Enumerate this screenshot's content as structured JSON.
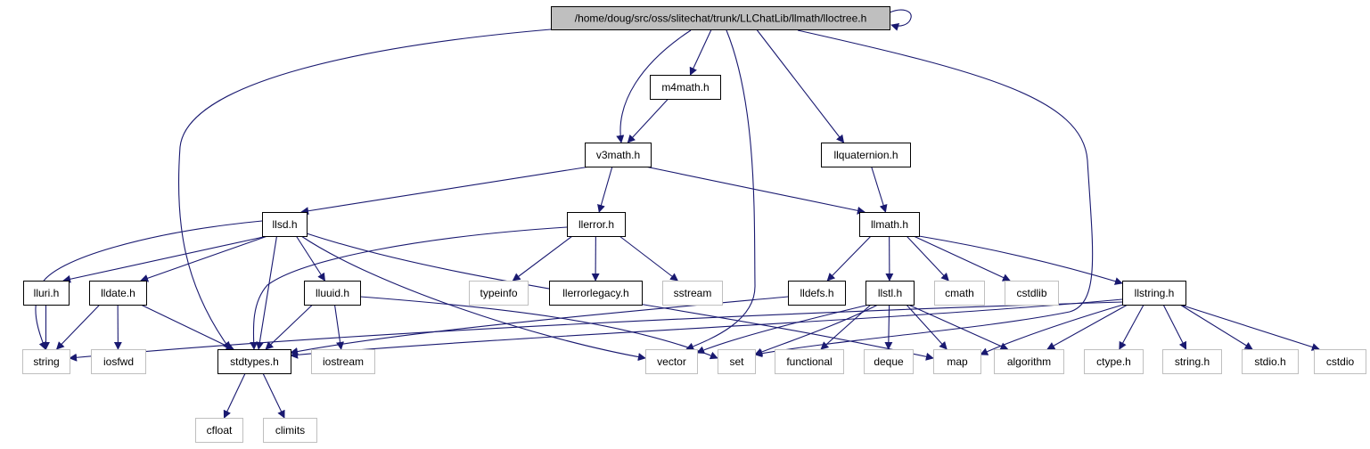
{
  "colors": {
    "edge": "#191970",
    "root_fill": "#bfbfbf",
    "documented_border": "#000000",
    "external_border": "#bfbfbf",
    "external_text": "#000000"
  },
  "nodes": [
    {
      "id": "lloctree",
      "label": "/home/doug/src/oss/slitechat/trunk/LLChatLib/llmath/lloctree.h",
      "kind": "root"
    },
    {
      "id": "m4math",
      "label": "m4math.h",
      "kind": "documented"
    },
    {
      "id": "v3math",
      "label": "v3math.h",
      "kind": "documented"
    },
    {
      "id": "llquaternion",
      "label": "llquaternion.h",
      "kind": "documented"
    },
    {
      "id": "llsd",
      "label": "llsd.h",
      "kind": "documented"
    },
    {
      "id": "llerror",
      "label": "llerror.h",
      "kind": "documented"
    },
    {
      "id": "llmath",
      "label": "llmath.h",
      "kind": "documented"
    },
    {
      "id": "lluri",
      "label": "lluri.h",
      "kind": "documented"
    },
    {
      "id": "lldate",
      "label": "lldate.h",
      "kind": "documented"
    },
    {
      "id": "lluuid",
      "label": "lluuid.h",
      "kind": "documented"
    },
    {
      "id": "typeinfo",
      "label": "typeinfo",
      "kind": "external"
    },
    {
      "id": "llerrorlegacy",
      "label": "llerrorlegacy.h",
      "kind": "documented"
    },
    {
      "id": "sstream",
      "label": "sstream",
      "kind": "external"
    },
    {
      "id": "lldefs",
      "label": "lldefs.h",
      "kind": "documented"
    },
    {
      "id": "llstl",
      "label": "llstl.h",
      "kind": "documented"
    },
    {
      "id": "cmath",
      "label": "cmath",
      "kind": "external"
    },
    {
      "id": "cstdlib",
      "label": "cstdlib",
      "kind": "external"
    },
    {
      "id": "llstring",
      "label": "llstring.h",
      "kind": "documented"
    },
    {
      "id": "string",
      "label": "string",
      "kind": "external"
    },
    {
      "id": "iosfwd",
      "label": "iosfwd",
      "kind": "external"
    },
    {
      "id": "stdtypes",
      "label": "stdtypes.h",
      "kind": "documented"
    },
    {
      "id": "iostream",
      "label": "iostream",
      "kind": "external"
    },
    {
      "id": "vector",
      "label": "vector",
      "kind": "external"
    },
    {
      "id": "set",
      "label": "set",
      "kind": "external"
    },
    {
      "id": "functional",
      "label": "functional",
      "kind": "external"
    },
    {
      "id": "deque",
      "label": "deque",
      "kind": "external"
    },
    {
      "id": "map",
      "label": "map",
      "kind": "external"
    },
    {
      "id": "algorithm",
      "label": "algorithm",
      "kind": "external"
    },
    {
      "id": "ctype",
      "label": "ctype.h",
      "kind": "external"
    },
    {
      "id": "string_h",
      "label": "string.h",
      "kind": "external"
    },
    {
      "id": "stdio_h",
      "label": "stdio.h",
      "kind": "external"
    },
    {
      "id": "cstdio",
      "label": "cstdio",
      "kind": "external"
    },
    {
      "id": "cfloat",
      "label": "cfloat",
      "kind": "external"
    },
    {
      "id": "climits",
      "label": "climits",
      "kind": "external"
    }
  ],
  "edges": [
    [
      "lloctree",
      "lloctree"
    ],
    [
      "lloctree",
      "stdtypes"
    ],
    [
      "lloctree",
      "v3math"
    ],
    [
      "lloctree",
      "m4math"
    ],
    [
      "lloctree",
      "vector"
    ],
    [
      "lloctree",
      "llquaternion"
    ],
    [
      "lloctree",
      "set"
    ],
    [
      "m4math",
      "v3math"
    ],
    [
      "v3math",
      "llsd"
    ],
    [
      "v3math",
      "llerror"
    ],
    [
      "v3math",
      "llmath"
    ],
    [
      "llquaternion",
      "llmath"
    ],
    [
      "llsd",
      "string"
    ],
    [
      "llsd",
      "lluri"
    ],
    [
      "llsd",
      "lldate"
    ],
    [
      "llsd",
      "stdtypes"
    ],
    [
      "llsd",
      "lluuid"
    ],
    [
      "llsd",
      "vector"
    ],
    [
      "llsd",
      "map"
    ],
    [
      "llerror",
      "stdtypes"
    ],
    [
      "llerror",
      "typeinfo"
    ],
    [
      "llerror",
      "llerrorlegacy"
    ],
    [
      "llerror",
      "sstream"
    ],
    [
      "llmath",
      "lldefs"
    ],
    [
      "llmath",
      "llstl"
    ],
    [
      "llmath",
      "cmath"
    ],
    [
      "llmath",
      "cstdlib"
    ],
    [
      "llmath",
      "llstring"
    ],
    [
      "lluri",
      "string"
    ],
    [
      "lldate",
      "string"
    ],
    [
      "lldate",
      "iosfwd"
    ],
    [
      "lldate",
      "stdtypes"
    ],
    [
      "lluuid",
      "stdtypes"
    ],
    [
      "lluuid",
      "iostream"
    ],
    [
      "lluuid",
      "set"
    ],
    [
      "lldefs",
      "stdtypes"
    ],
    [
      "llstl",
      "vector"
    ],
    [
      "llstl",
      "set"
    ],
    [
      "llstl",
      "functional"
    ],
    [
      "llstl",
      "deque"
    ],
    [
      "llstl",
      "map"
    ],
    [
      "llstl",
      "algorithm"
    ],
    [
      "llstring",
      "stdtypes"
    ],
    [
      "llstring",
      "string"
    ],
    [
      "llstring",
      "map"
    ],
    [
      "llstring",
      "algorithm"
    ],
    [
      "llstring",
      "ctype"
    ],
    [
      "llstring",
      "string_h"
    ],
    [
      "llstring",
      "stdio_h"
    ],
    [
      "llstring",
      "cstdio"
    ],
    [
      "stdtypes",
      "cfloat"
    ],
    [
      "stdtypes",
      "climits"
    ]
  ]
}
